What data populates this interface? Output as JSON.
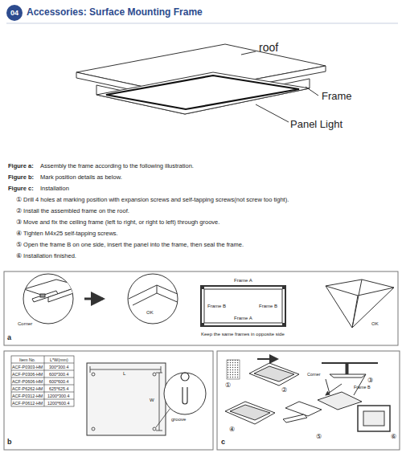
{
  "diagram": {
    "title": "Accessories: Surface Mounting Frame",
    "nodes": [
      {
        "text": [
          "04"
        ]
      }
    ],
    "labels": [
      "roof",
      "Frame",
      "Panel Light",
      "Figure a:",
      "Assembly the frame according to the following illustration.",
      "Figure b:",
      "Mark position details as below.",
      "Figure c:",
      "Installation",
      "① Drill 4 holes at marking position with expansion screws and self-tapping screws(not screw too tight).",
      "② Install the assembled frame on the roof.",
      "③ Move and fix the ceiling frame (left to right, or right to left) through groove.",
      "④ Tighten M4x25 self-tapping screws.",
      "⑤ Open the frame B on one side, insert the panel into the frame, then seal the frame.",
      "⑥ Installation finished.",
      "Corner",
      "OK",
      "Frame A",
      "Frame B",
      "Frame B",
      "Frame A",
      "Keep the same frames in opposite side",
      "OK",
      "a",
      "Item No.",
      "L*W(mm)",
      "ACF-P0303-HM",
      "300*300.4",
      "ACF-P0306-HM",
      "600*300.4",
      "ACF-P0606-HM",
      "600*600.4",
      "ACF-P6262-HM",
      "625*625.4",
      "ACF-P0312-HM",
      "1200*300.4",
      "ACF-P0612-HM",
      "1200*600.4",
      "L",
      "W",
      "groove",
      "b",
      "①",
      "②",
      "③",
      "④",
      "⑤",
      "⑥",
      "Corner",
      "Frame B",
      "c"
    ]
  }
}
